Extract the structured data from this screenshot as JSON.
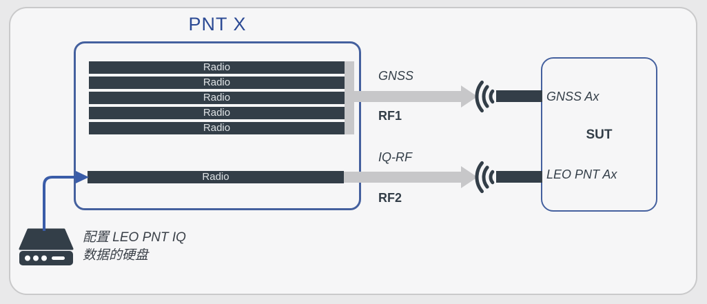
{
  "diagram": {
    "title": "PNT X",
    "pntx_box": {
      "radio_stack": [
        "Radio",
        "Radio",
        "Radio",
        "Radio",
        "Radio"
      ],
      "single_radio": "Radio"
    },
    "rf1": {
      "signal": "GNSS",
      "port": "RF1"
    },
    "rf2": {
      "signal": "IQ-RF",
      "port": "RF2"
    },
    "sut": {
      "label": "SUT",
      "antenna1": "GNSS Ax",
      "antenna2": "LEO PNT Ax"
    },
    "disk_caption": {
      "line1": "配置 LEO PNT IQ",
      "line2": "数据的硬盘"
    },
    "colors": {
      "accent_blue": "#44609e",
      "title_blue": "#2c4a94",
      "dark_slate": "#333e48",
      "arrow_gray": "#c7c7c9",
      "card_bg": "#f6f6f7"
    }
  }
}
